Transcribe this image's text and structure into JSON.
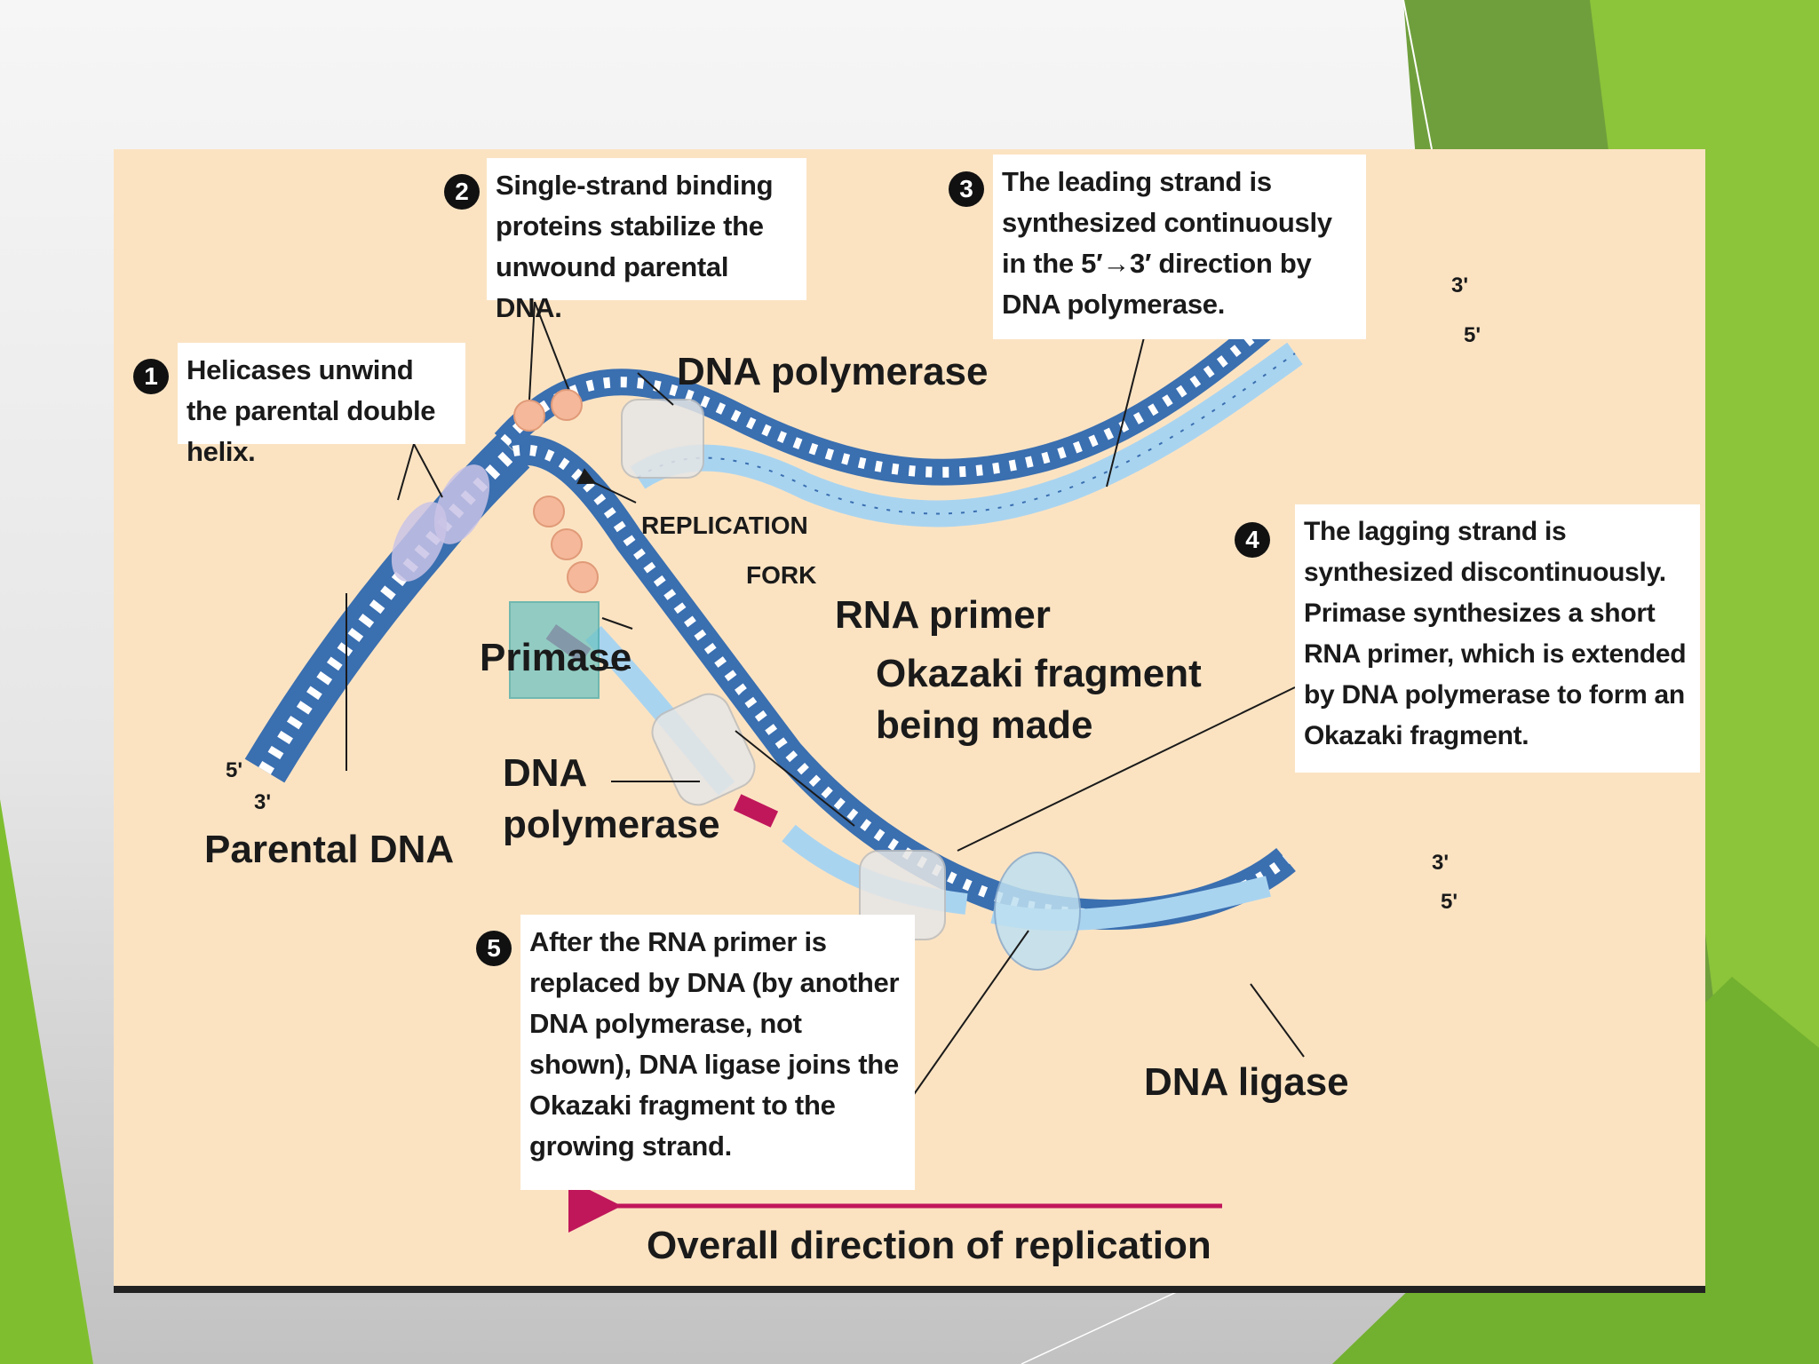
{
  "callouts": [
    {
      "num": "1",
      "text": "Helicases unwind the parental double helix."
    },
    {
      "num": "2",
      "text": "Single-strand binding proteins stabilize the unwound parental DNA."
    },
    {
      "num": "3",
      "text": "The leading strand is synthesized continuously in the 5′→3′ direction by DNA polymerase."
    },
    {
      "num": "4",
      "text": "The lagging strand is synthesized discontinuously. Primase synthesizes a short RNA primer, which is extended by DNA polymerase to form an Okazaki fragment."
    },
    {
      "num": "5",
      "text": "After the RNA primer is replaced by DNA (by another DNA polymerase, not shown), DNA ligase joins the Okazaki fragment to the growing strand."
    }
  ],
  "labels": {
    "dna_polymerase_top": "DNA polymerase",
    "replication": "REPLICATION",
    "fork": "FORK",
    "rna_primer": "RNA primer",
    "primase": "Primase",
    "okazaki_line1": "Okazaki fragment",
    "okazaki_line2": "being made",
    "dna_polymerase_bottom_line1": "DNA",
    "dna_polymerase_bottom_line2": "polymerase",
    "parental_dna": "Parental DNA",
    "dna_ligase": "DNA ligase",
    "overall_direction": "Overall direction of replication"
  },
  "ends": {
    "parental_5": "5'",
    "parental_3": "3'",
    "leading_3": "3'",
    "leading_5": "5'",
    "lagging_3": "3'",
    "lagging_5": "5'"
  },
  "colors": {
    "figure_background": "#fbe3c2",
    "parental_strand": "#3a6fb0",
    "new_strand": "#a9d4f0",
    "rna_primer": "#c0175b",
    "direction_arrow": "#c0175b",
    "slide_accent": "#7bb52e"
  }
}
